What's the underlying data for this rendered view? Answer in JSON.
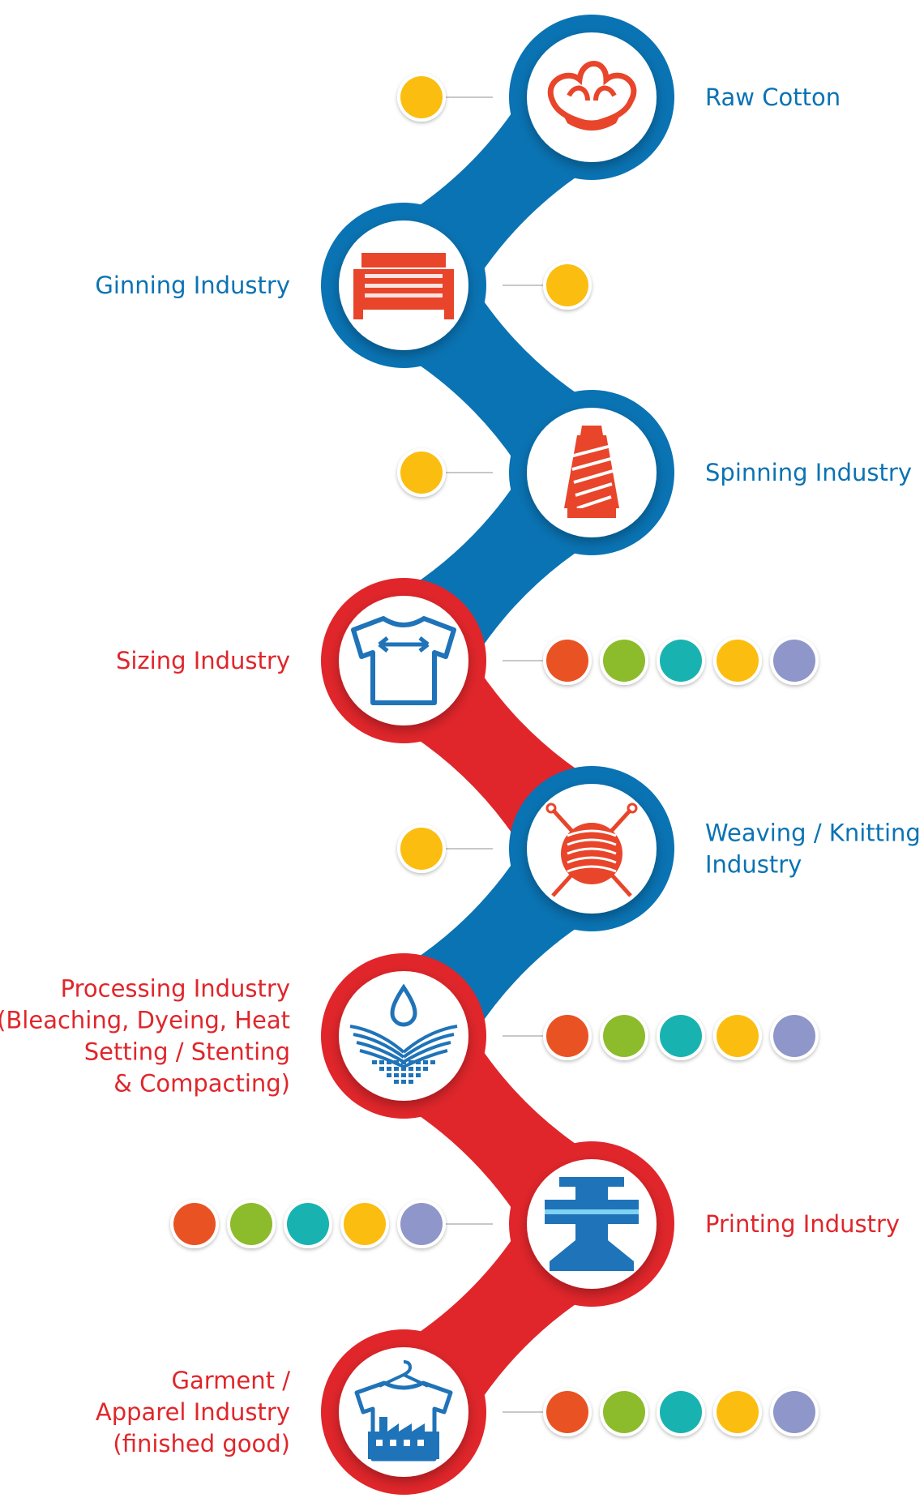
{
  "colors": {
    "blue": "#0a73b3",
    "red": "#e0262b",
    "orange_red": "#e8452a",
    "dark_blue_icon": "#1f73b8",
    "dot_palette": [
      "#e95223",
      "#8cbc2b",
      "#18b3b0",
      "#fbbd10",
      "#8f96c9"
    ],
    "single_dot": "#fbbd10"
  },
  "stages": [
    {
      "lines": [
        "Raw Cotton"
      ],
      "color": "blue",
      "icon": "cotton-icon",
      "dots": 1
    },
    {
      "lines": [
        "Ginning Industry"
      ],
      "color": "blue",
      "icon": "ginning-machine-icon",
      "dots": 1
    },
    {
      "lines": [
        "Spinning Industry"
      ],
      "color": "blue",
      "icon": "yarn-spool-icon",
      "dots": 1
    },
    {
      "lines": [
        "Sizing Industry"
      ],
      "color": "red",
      "icon": "tshirt-size-icon",
      "dots": 5
    },
    {
      "lines": [
        "Weaving / Knitting",
        "Industry"
      ],
      "color": "blue",
      "icon": "yarn-ball-needles-icon",
      "dots": 1
    },
    {
      "lines": [
        "Processing Industry",
        "(Bleaching, Dyeing, Heat",
        "Setting / Stenting",
        "& Compacting)"
      ],
      "color": "red",
      "icon": "water-drop-fabric-icon",
      "dots": 5
    },
    {
      "lines": [
        "Printing Industry"
      ],
      "color": "red",
      "icon": "printing-press-icon",
      "dots": 5
    },
    {
      "lines": [
        "Garment /",
        "Apparel Industry",
        "(finished good)"
      ],
      "color": "red",
      "icon": "garment-factory-icon",
      "dots": 5
    }
  ]
}
